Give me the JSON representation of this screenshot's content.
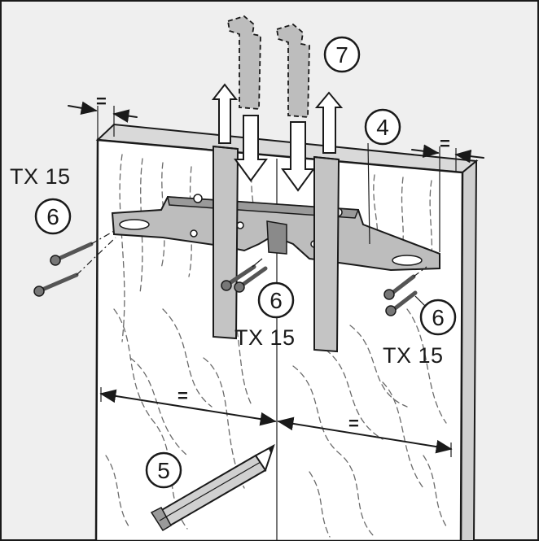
{
  "diagram": {
    "callouts": [
      {
        "id": "4",
        "text": "4"
      },
      {
        "id": "5",
        "text": "5"
      },
      {
        "id": "6a",
        "text": "6"
      },
      {
        "id": "6b",
        "text": "6"
      },
      {
        "id": "6c",
        "text": "6"
      },
      {
        "id": "7",
        "text": "7"
      }
    ],
    "screw_labels": [
      {
        "id": "left",
        "text": "TX 15"
      },
      {
        "id": "center",
        "text": "TX 15"
      },
      {
        "id": "right",
        "text": "TX 15"
      }
    ],
    "equal_marks": [
      {
        "id": "top-left",
        "text": "="
      },
      {
        "id": "top-right",
        "text": "="
      },
      {
        "id": "bottom-left",
        "text": "="
      },
      {
        "id": "bottom-right",
        "text": "="
      }
    ]
  }
}
